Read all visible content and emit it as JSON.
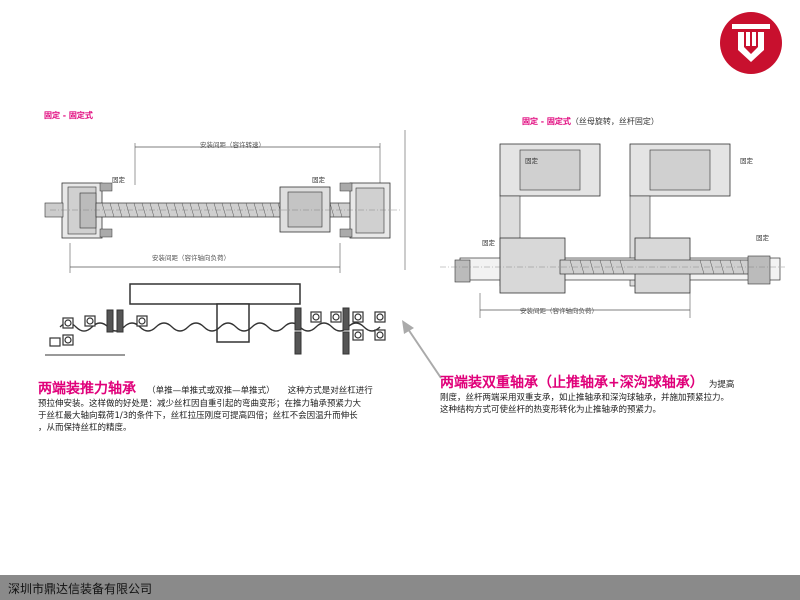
{
  "header": {
    "logo": "company-logo",
    "brand_color": "#c8102e"
  },
  "left_diagram": {
    "caption": "固定 - 固定式",
    "top_dim": "安装间距（容许转速）",
    "bottom_dim": "安装间距（容许轴向负荷）",
    "label_left": "固定",
    "label_right": "固定"
  },
  "right_diagram": {
    "caption": "固定 - 固定式",
    "caption_note": "（丝母旋转，丝杆固定）",
    "bottom_dim": "安装间距（容许轴向负荷）",
    "label_1": "固定",
    "label_2": "固定",
    "label_3": "固定",
    "label_4": "固定"
  },
  "left_text": {
    "title_main": "两端装",
    "title_faded": "推力轴承",
    "title_note": "（单推—单推式或双推—单推式）",
    "intro": "这种方式是对丝杠进行",
    "line2": "预拉伸安装。这样做的好处是：减少丝杠因自重引起的弯曲变形；在推力轴承预紧力大",
    "line3": "于丝杠最大轴向载荷1/3的条件下，丝杠拉压刚度可提高四倍；丝杠不会因温升而伸长",
    "line4": "，从而保持丝杠的精度。"
  },
  "right_text": {
    "title": "两端装双重轴承（止推轴承+深沟球轴承）",
    "intro": "为提高",
    "line2": "刚度，丝杆两端采用双重支承，如止推轴承和深沟球轴承，并施加预紧拉力。",
    "line3": "这种结构方式可使丝杆的热变形转化为止推轴承的预紧力。"
  },
  "footer": {
    "company": "深圳市鼎达信装备有限公司"
  }
}
